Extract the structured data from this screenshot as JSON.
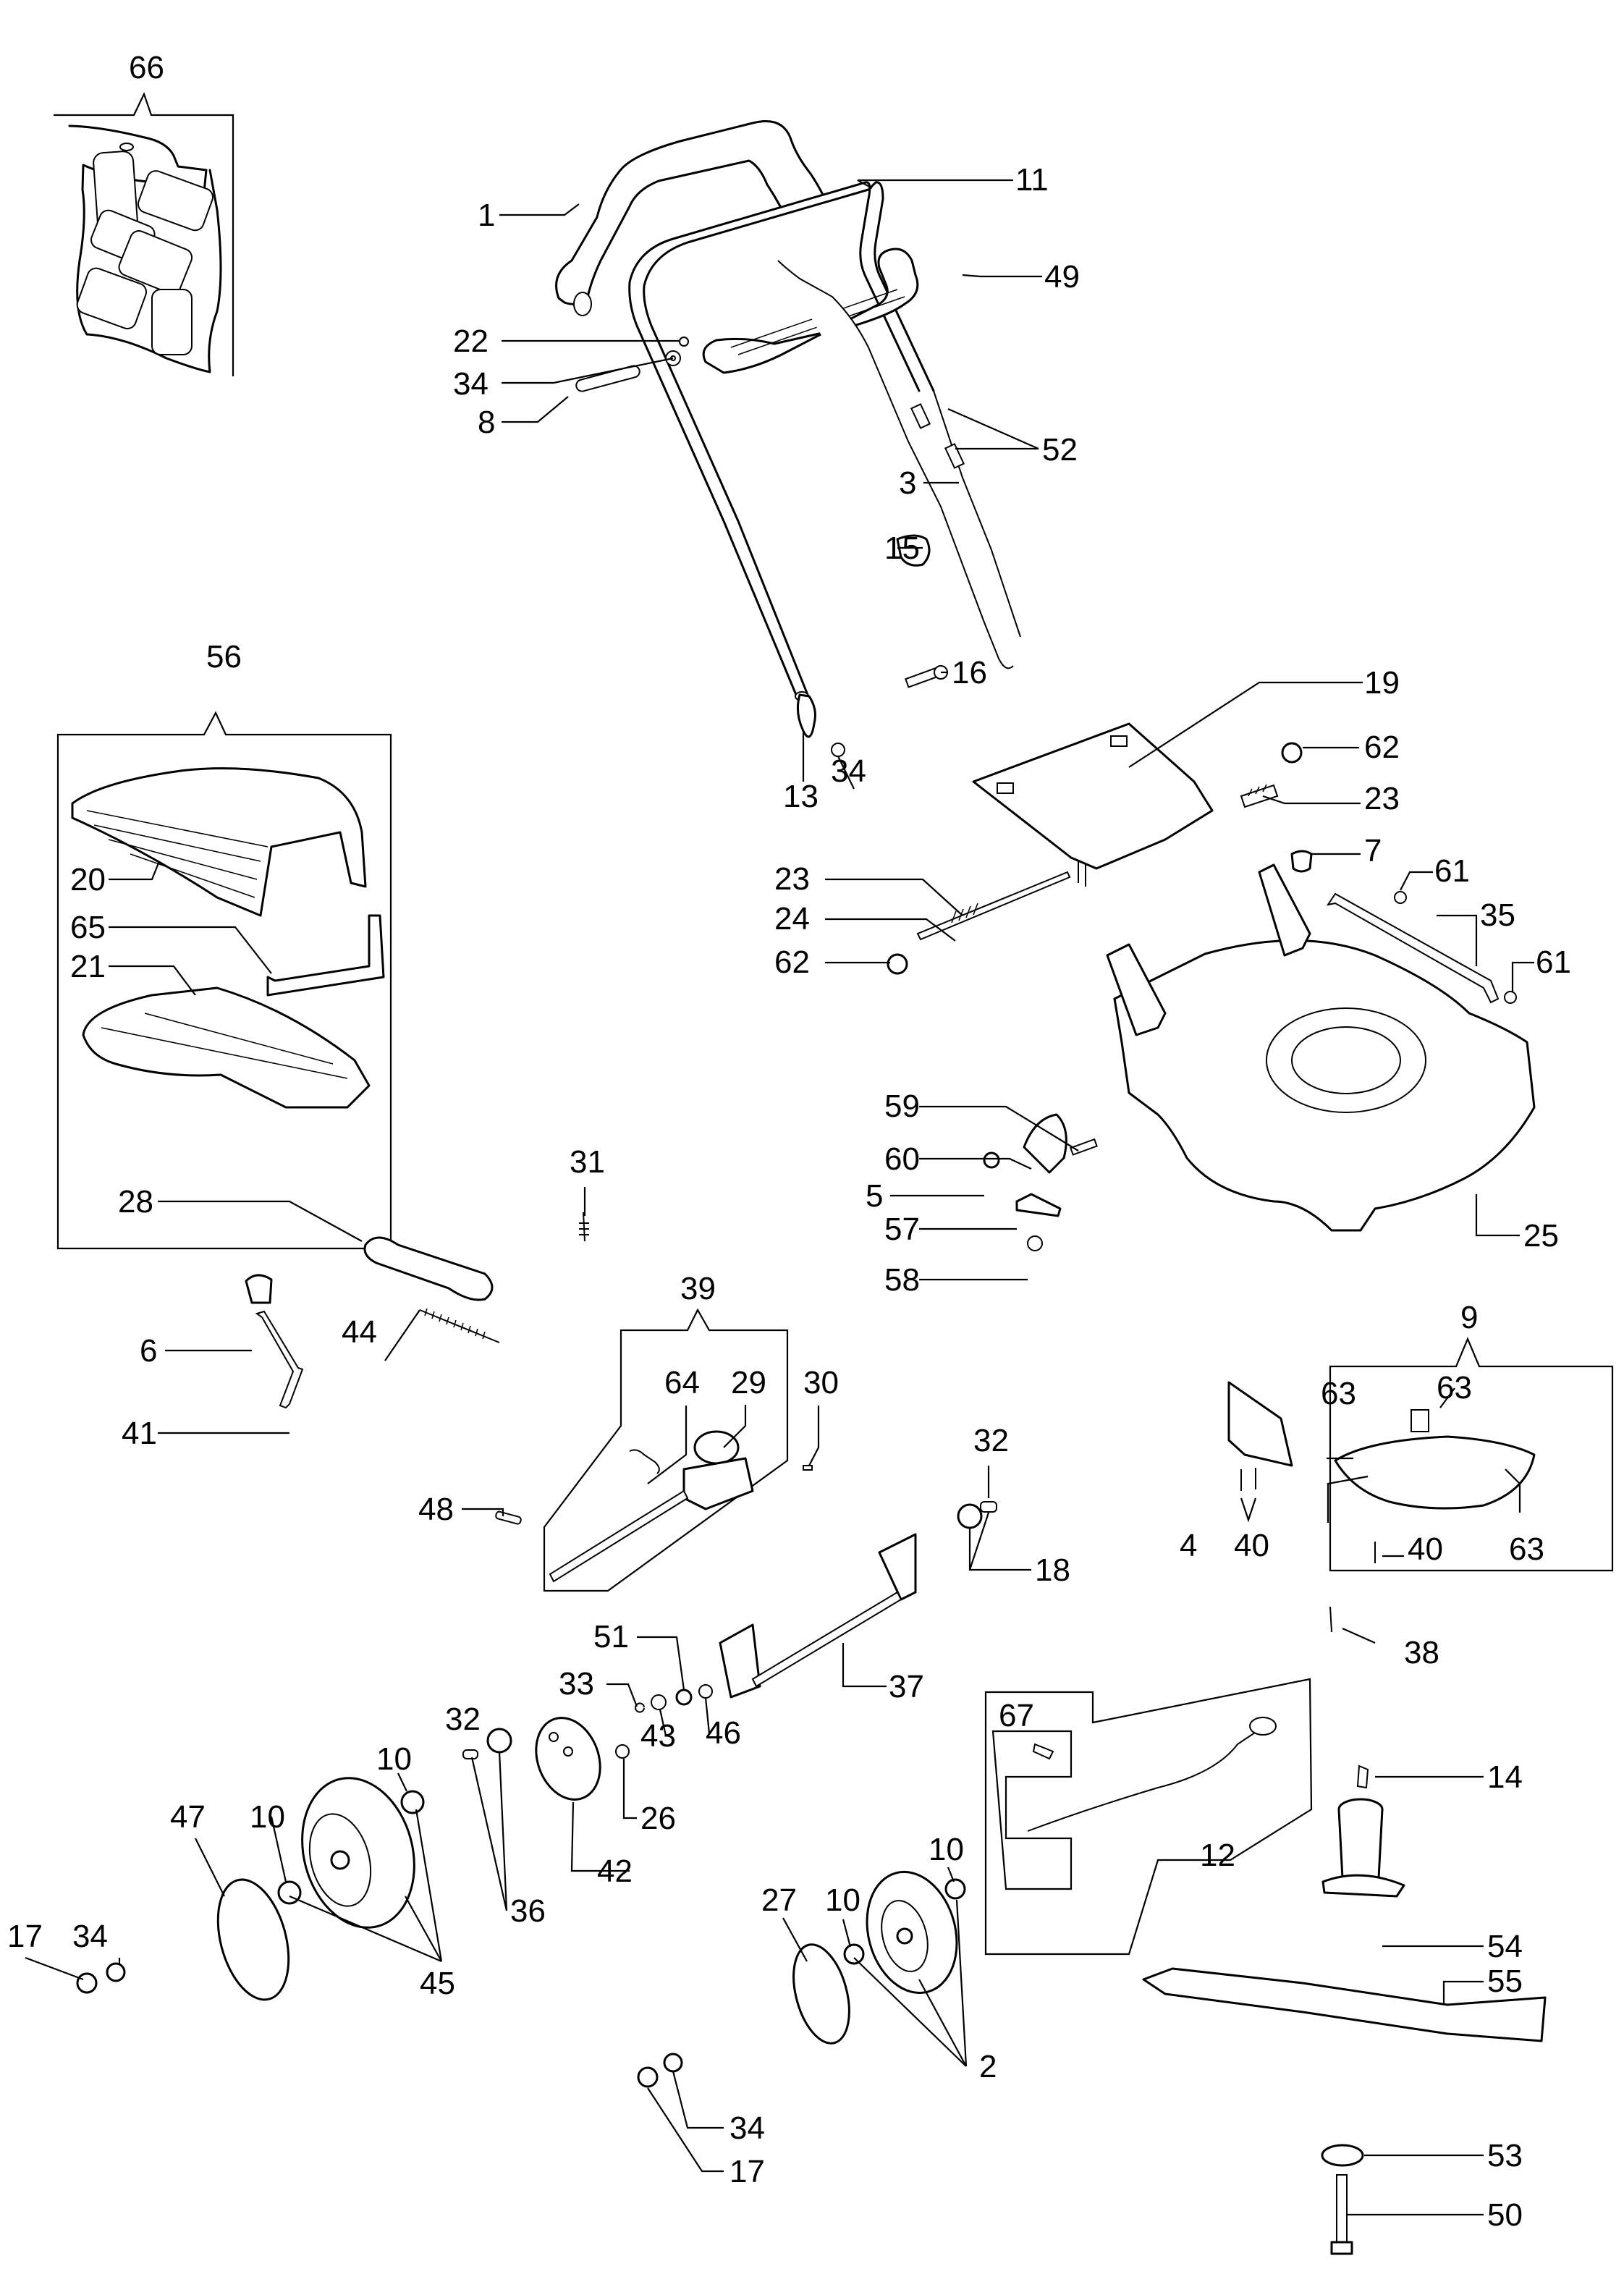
{
  "diagram": {
    "title": "Lawn mower exploded parts diagram",
    "callouts": [
      {
        "id": "66",
        "part": "decal-sheet"
      },
      {
        "id": "1",
        "part": "upper-handle"
      },
      {
        "id": "11",
        "part": "handle-frame"
      },
      {
        "id": "49",
        "part": "drive-bail-lever"
      },
      {
        "id": "22",
        "part": "clip"
      },
      {
        "id": "34",
        "part": "washer"
      },
      {
        "id": "8",
        "part": "pin"
      },
      {
        "id": "52",
        "part": "cable-adjusters"
      },
      {
        "id": "3",
        "part": "drive-cable"
      },
      {
        "id": "15",
        "part": "cable-guide"
      },
      {
        "id": "16",
        "part": "bolt"
      },
      {
        "id": "13",
        "part": "handle-knob"
      },
      {
        "id": "19",
        "part": "rear-flap"
      },
      {
        "id": "62",
        "part": "nut"
      },
      {
        "id": "23",
        "part": "torsion-spring"
      },
      {
        "id": "7",
        "part": "plug"
      },
      {
        "id": "24",
        "part": "flap-rod"
      },
      {
        "id": "61",
        "part": "nut-small"
      },
      {
        "id": "35",
        "part": "bracket-rod"
      },
      {
        "id": "59",
        "part": "screw"
      },
      {
        "id": "60",
        "part": "height-adjuster"
      },
      {
        "id": "5",
        "part": "nut-hex"
      },
      {
        "id": "57",
        "part": "plate"
      },
      {
        "id": "58",
        "part": "screw-small"
      },
      {
        "id": "25",
        "part": "deck"
      },
      {
        "id": "56",
        "part": "grass-bag-assembly"
      },
      {
        "id": "20",
        "part": "bag-top"
      },
      {
        "id": "65",
        "part": "bag-handle"
      },
      {
        "id": "21",
        "part": "bag-frame"
      },
      {
        "id": "28",
        "part": "drive-belt"
      },
      {
        "id": "31",
        "part": "spring-small"
      },
      {
        "id": "6",
        "part": "knob"
      },
      {
        "id": "41",
        "part": "lever"
      },
      {
        "id": "44",
        "part": "tension-spring"
      },
      {
        "id": "39",
        "part": "gearbox-assembly"
      },
      {
        "id": "64",
        "part": "spring"
      },
      {
        "id": "29",
        "part": "gearbox"
      },
      {
        "id": "30",
        "part": "screw-tiny"
      },
      {
        "id": "48",
        "part": "roll-pin"
      },
      {
        "id": "32",
        "part": "bushing"
      },
      {
        "id": "18",
        "part": "pinion"
      },
      {
        "id": "9",
        "part": "mulching-kit"
      },
      {
        "id": "63",
        "part": "mulch-bracket"
      },
      {
        "id": "40",
        "part": "self-tapping-screw"
      },
      {
        "id": "4",
        "part": "mulch-plug"
      },
      {
        "id": "38",
        "part": "bolt-long"
      },
      {
        "id": "51",
        "part": "bushing-flanged"
      },
      {
        "id": "33",
        "part": "circlip"
      },
      {
        "id": "43",
        "part": "washer-thin"
      },
      {
        "id": "46",
        "part": "nut-lock"
      },
      {
        "id": "37",
        "part": "rear-axle"
      },
      {
        "id": "26",
        "part": "washer-spacer"
      },
      {
        "id": "42",
        "part": "wheel-gear"
      },
      {
        "id": "36",
        "part": "pinion-kit"
      },
      {
        "id": "67",
        "part": "bracket-kit"
      },
      {
        "id": "12",
        "part": "front-axle-assembly"
      },
      {
        "id": "10",
        "part": "wheel-bearing"
      },
      {
        "id": "47",
        "part": "hubcap-rear"
      },
      {
        "id": "45",
        "part": "rear-wheel"
      },
      {
        "id": "17",
        "part": "nut-wheel"
      },
      {
        "id": "27",
        "part": "hubcap-front"
      },
      {
        "id": "2",
        "part": "front-wheel"
      },
      {
        "id": "14",
        "part": "key"
      },
      {
        "id": "54",
        "part": "blade-adapter"
      },
      {
        "id": "55",
        "part": "blade"
      },
      {
        "id": "53",
        "part": "blade-washer"
      },
      {
        "id": "50",
        "part": "blade-bolt"
      }
    ]
  },
  "labels": {
    "l66": "66",
    "l1": "1",
    "l11": "11",
    "l49": "49",
    "l22": "22",
    "l34a": "34",
    "l8": "8",
    "l52": "52",
    "l3": "3",
    "l15": "15",
    "l16": "16",
    "l13": "13",
    "l34b": "34",
    "l19": "19",
    "l62a": "62",
    "l23a": "23",
    "l7": "7",
    "l23b": "23",
    "l24": "24",
    "l62b": "62",
    "l61a": "61",
    "l35": "35",
    "l61b": "61",
    "l59": "59",
    "l60": "60",
    "l5": "5",
    "l57": "57",
    "l58": "58",
    "l25": "25",
    "l56": "56",
    "l20": "20",
    "l65": "65",
    "l21": "21",
    "l28": "28",
    "l31": "31",
    "l6": "6",
    "l41": "41",
    "l44": "44",
    "l39": "39",
    "l64": "64",
    "l29": "29",
    "l30": "30",
    "l48": "48",
    "l32a": "32",
    "l18": "18",
    "l9": "9",
    "l63a": "63",
    "l63b": "63",
    "l63c": "63",
    "l40a": "40",
    "l40b": "40",
    "l4": "4",
    "l38": "38",
    "l51": "51",
    "l33": "33",
    "l43": "43",
    "l46": "46",
    "l37": "37",
    "l26": "26",
    "l42": "42",
    "l32b": "32",
    "l36": "36",
    "l67": "67",
    "l12": "12",
    "l10a": "10",
    "l10b": "10",
    "l47": "47",
    "l45": "45",
    "l17a": "17",
    "l34c": "34",
    "l27": "27",
    "l10c": "10",
    "l10d": "10",
    "l2": "2",
    "l34d": "34",
    "l17b": "17",
    "l14": "14",
    "l54": "54",
    "l55": "55",
    "l53": "53",
    "l50": "50"
  }
}
